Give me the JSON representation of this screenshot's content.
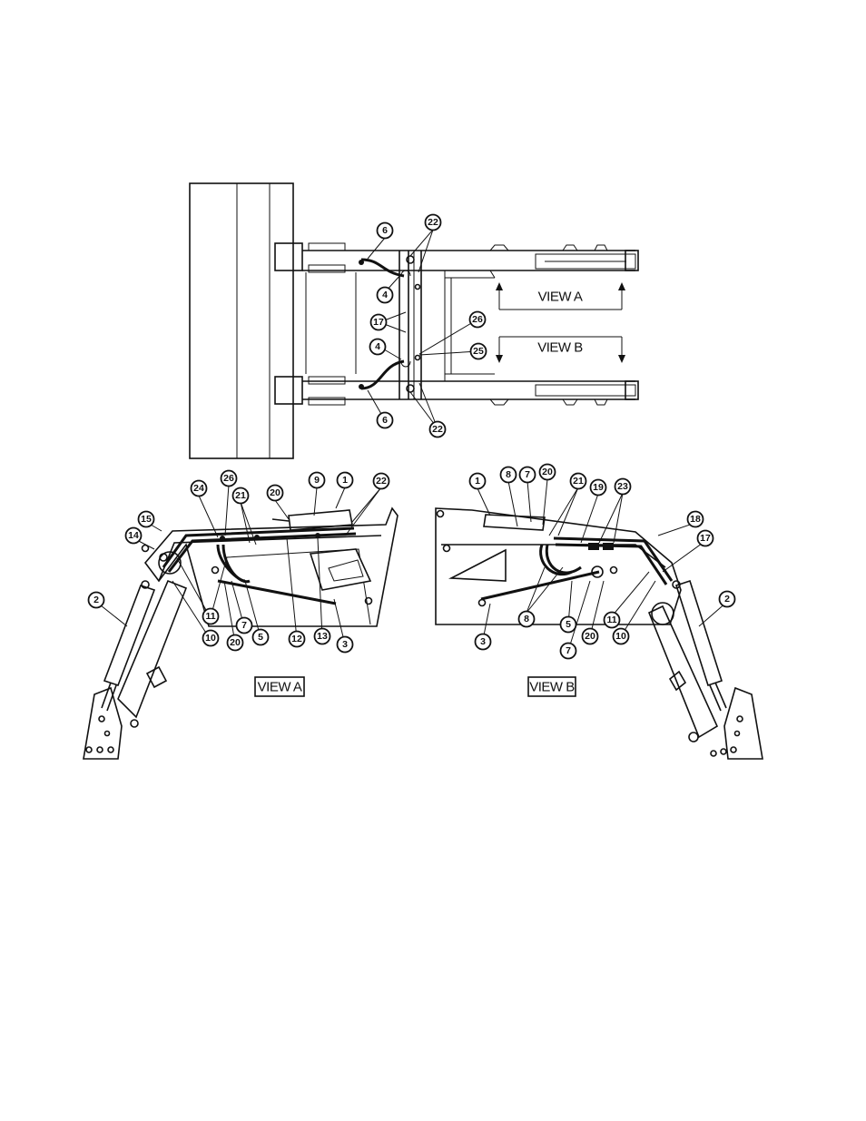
{
  "callouts": {
    "top": [
      "6",
      "22",
      "4",
      "17",
      "26",
      "25",
      "4",
      "6",
      "22"
    ],
    "view_a": [
      "24",
      "26",
      "21",
      "20",
      "9",
      "1",
      "22",
      "15",
      "14",
      "2",
      "11",
      "10",
      "7",
      "20",
      "5",
      "12",
      "13",
      "3"
    ],
    "view_b": [
      "1",
      "8",
      "7",
      "20",
      "21",
      "19",
      "23",
      "18",
      "17",
      "8",
      "5",
      "7",
      "20",
      "11",
      "10",
      "3",
      "2"
    ]
  },
  "labels": {
    "top_view_a": "VIEW A",
    "top_view_b": "VIEW B",
    "view_a": "VIEW A",
    "view_b": "VIEW B"
  }
}
